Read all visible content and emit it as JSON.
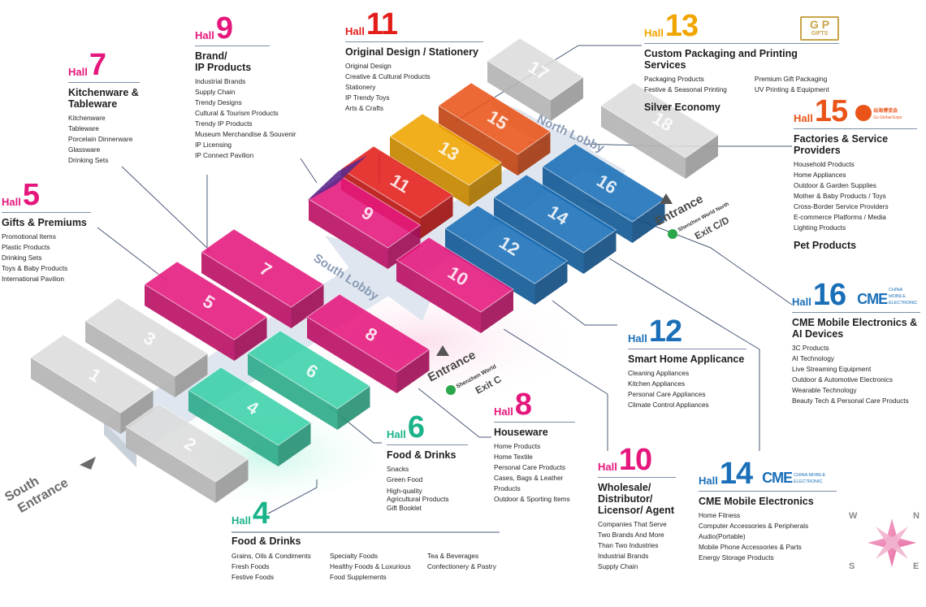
{
  "colors": {
    "pink": "#e5177d",
    "red": "#e31d1a",
    "gold": "#f0a500",
    "orange": "#ea5419",
    "blue": "#1a6fb8",
    "purple": "#5b2a8c",
    "teal": "#3bd1a9",
    "grey": "#dcdcdc"
  },
  "hall_word": "Hall",
  "halls": {
    "h5": {
      "num": "5",
      "title": "Gifts & Premiums",
      "items": [
        "Promotional Items",
        "Plastic Products",
        "Drinking Sets",
        "Toys & Baby Products",
        "International Pavilion"
      ]
    },
    "h7": {
      "num": "7",
      "title_1": "Kitchenware &",
      "title_2": "Tableware",
      "items": [
        "Kitchenware",
        "Tableware",
        "Porcelain Dinnerware",
        "Glassware",
        "Drinking Sets"
      ]
    },
    "h9": {
      "num": "9",
      "title_1": "Brand/",
      "title_2": "IP Products",
      "items": [
        "Industrial Brands",
        "Supply Chain",
        "Trendy Designs",
        "Cultural & Tourism Products",
        "Trendy IP Products",
        "Museum Merchandise & Souvenir",
        "IP Licensing",
        "IP Connect Pavilion"
      ]
    },
    "h11": {
      "num": "11",
      "title": "Original Design / Stationery",
      "items": [
        "Original Design",
        "Creative & Cultural Products",
        "Stationery",
        "IP Trendy Toys",
        "Arts & Crafts"
      ]
    },
    "h13": {
      "num": "13",
      "title": "Custom Packaging and Printing Services",
      "items_left": [
        "Packaging Products",
        "Festive & Seasonal Printing"
      ],
      "items_right": [
        "Premium Gift Packaging",
        "UV Printing & Equipment"
      ],
      "sub": "Silver Economy",
      "logo": "GIFTS"
    },
    "h15": {
      "num": "15",
      "title_1": "Factories & Service",
      "title_2": "Providers",
      "items": [
        "Household Products",
        "Home Appliances",
        "Outdoor & Garden Supplies",
        "Mother & Baby Products / Toys",
        "Cross-Border Service Providers",
        "E-commerce Platforms / Media",
        "Lighting Products"
      ],
      "sub": "Pet Products",
      "logo_1": "出海博览会",
      "logo_2": "Go Global Expo"
    },
    "h16": {
      "num": "16",
      "title_1": "CME Mobile Electronics &",
      "title_2": "AI Devices",
      "items": [
        "3C Products",
        "AI Technology",
        "Live Streaming Equipment",
        "Outdoor & Automotive Electronics",
        "Wearable Technology",
        "Beauty Tech & Personal Care Products"
      ],
      "logo": "CME",
      "logo_sub": "CHINA MOBILE ELECTRONIC"
    },
    "h12": {
      "num": "12",
      "title": "Smart Home Applicance",
      "items": [
        "Cleaning Appliances",
        "Kitchen Appliances",
        "Personal Care Appliances",
        "Climate Control Appliances"
      ]
    },
    "h8": {
      "num": "8",
      "title": "Houseware",
      "items": [
        "Home Products",
        "Home Textile",
        "Personal Care Products",
        "Cases, Bags & Leather",
        "Products",
        "Outdoor & Sporting Items"
      ]
    },
    "h6": {
      "num": "6",
      "title": "Food & Drinks",
      "items": [
        "Snacks",
        "Green Food",
        "High-quality",
        "Agricultural Products",
        "Gift Booklet"
      ]
    },
    "h10": {
      "num": "10",
      "title_1": "Wholesale/",
      "title_2": "Distributor/",
      "title_3": "Licensor/ Agent",
      "items": [
        "Companies That Serve",
        "Two Brands And More",
        "Than Two Industries",
        "Industrial Brands",
        "Supply Chain"
      ]
    },
    "h14": {
      "num": "14",
      "title": "CME Mobile Electronics",
      "items": [
        "Home Fitness",
        "Computer Accessories & Peripherals",
        "Audio(Portable)",
        "Mobile Phone Accessories & Parts",
        "Energy Storage Products"
      ],
      "logo": "CME",
      "logo_sub": "CHINA MOBILE ELECTRONIC"
    },
    "h4": {
      "num": "4",
      "title": "Food & Drinks",
      "col1": [
        "Grains, Oils & Condiments",
        "Fresh Foods",
        "Festive Foods"
      ],
      "col2": [
        "Specialty Foods",
        "Healthy Foods & Luxurious",
        "Food Supplements"
      ],
      "col3": [
        "Tea & Beverages",
        "Confectionery & Pastry"
      ]
    }
  },
  "map": {
    "block_numbers": [
      "1",
      "2",
      "3",
      "4",
      "5",
      "6",
      "7",
      "8",
      "9",
      "10",
      "11",
      "12",
      "13",
      "14",
      "15",
      "16",
      "17",
      "18"
    ],
    "south_lobby": "South Lobby",
    "north_lobby": "North Lobby",
    "south_entrance_1": "South",
    "south_entrance_2": "Entrance",
    "entrance": "Entrance",
    "station": "Shenzhen World",
    "station_north": "Shenzhen World North",
    "exit_c": "Exit C",
    "exit_cd": "Exit C/D"
  },
  "compass": {
    "n": "N",
    "e": "E",
    "s": "S",
    "w": "W"
  }
}
